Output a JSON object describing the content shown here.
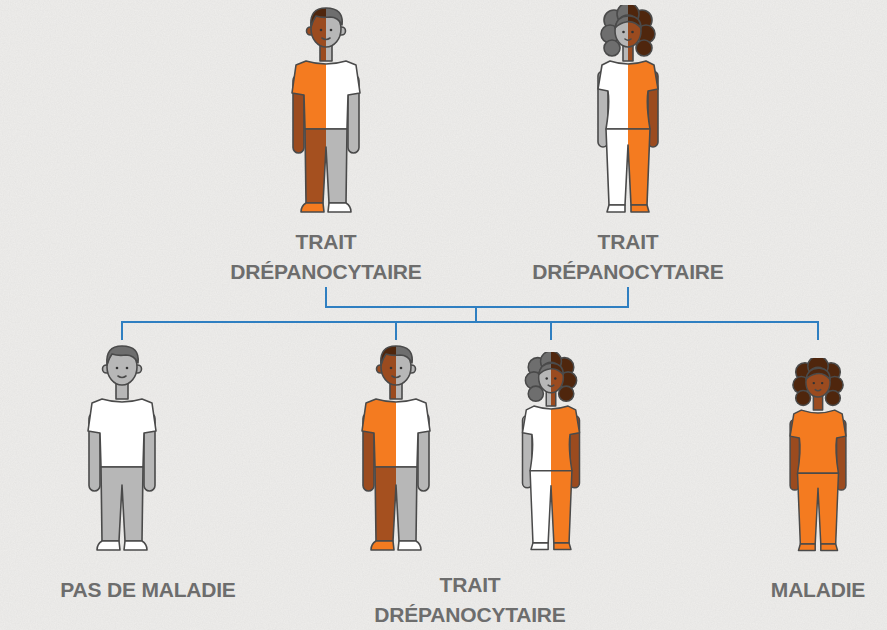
{
  "diagram": {
    "nodes": [
      {
        "text": [
          "TRAIT DRÉPANOCYTAIRE"
        ]
      },
      {
        "text": [
          "TRAIT DRÉPANOCYTAIRE"
        ]
      },
      {
        "text": [
          "PAS DE MALADIE"
        ]
      },
      {
        "text": [
          "TRAIT DRÉPANOCYTAIRE"
        ]
      },
      {
        "text": [
          "MALADIE"
        ]
      }
    ],
    "edges": [
      {
        "from": 0,
        "to": 2,
        "arrow": "none"
      },
      {
        "from": 0,
        "to": 3,
        "arrow": "none"
      },
      {
        "from": 0,
        "to": 4,
        "arrow": "none"
      },
      {
        "from": 1,
        "to": 2,
        "arrow": "none"
      },
      {
        "from": 1,
        "to": 3,
        "arrow": "none"
      },
      {
        "from": 1,
        "to": 4,
        "arrow": "none"
      }
    ]
  }
}
